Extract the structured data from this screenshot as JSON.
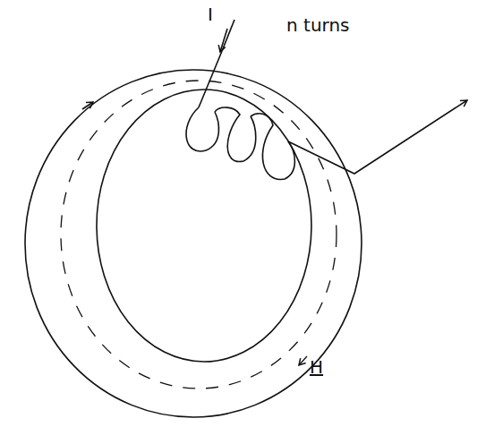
{
  "diagram": {
    "labels": [
      "I",
      "n turns",
      "H"
    ]
  }
}
